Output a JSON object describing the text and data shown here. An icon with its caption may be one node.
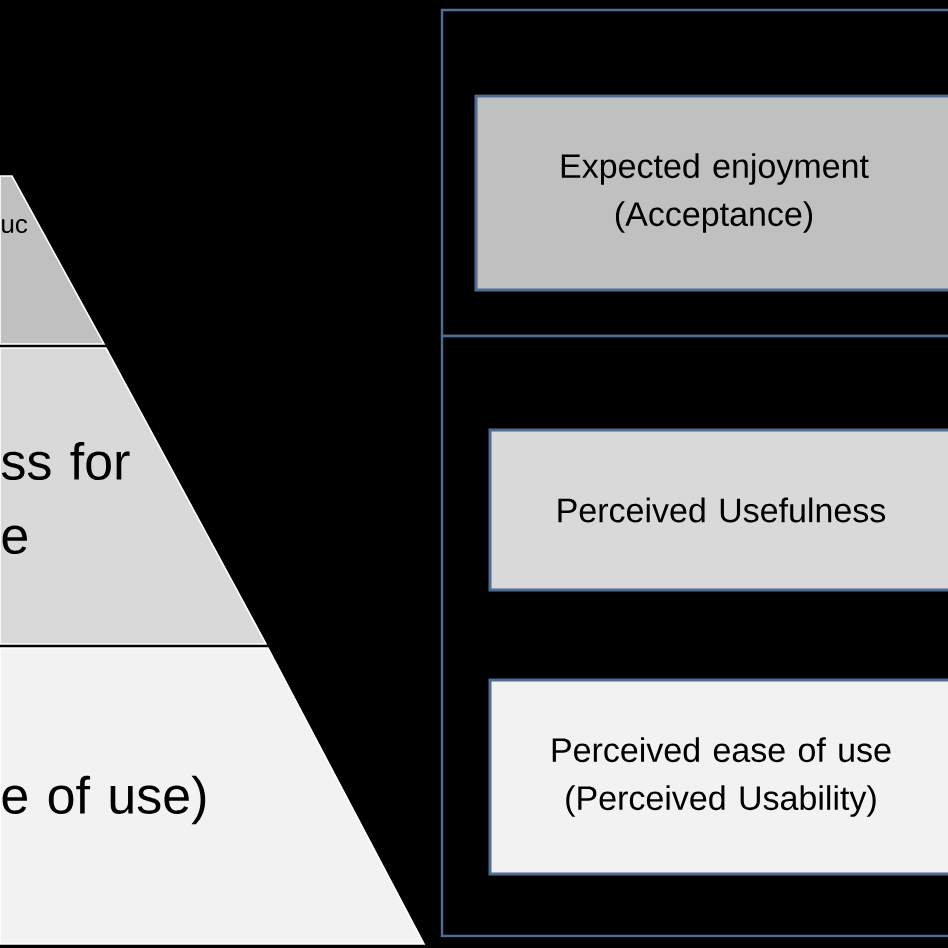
{
  "diagram": {
    "nodes": [
      {
        "text": [
          "uc"
        ]
      },
      {
        "text": [
          "ss for e"
        ]
      },
      {
        "text": [
          "e of use)"
        ]
      },
      {
        "text": [],
        "shape": "box"
      },
      {
        "text": [],
        "shape": "box"
      },
      {
        "text": [
          "Expected enjoyment (Acceptance)"
        ],
        "in": 3
      },
      {
        "text": [
          "Perceived Usefulness"
        ],
        "in": 4
      },
      {
        "text": [
          "Perceived ease of use (Perceived Usability)"
        ],
        "in": 4
      }
    ]
  }
}
